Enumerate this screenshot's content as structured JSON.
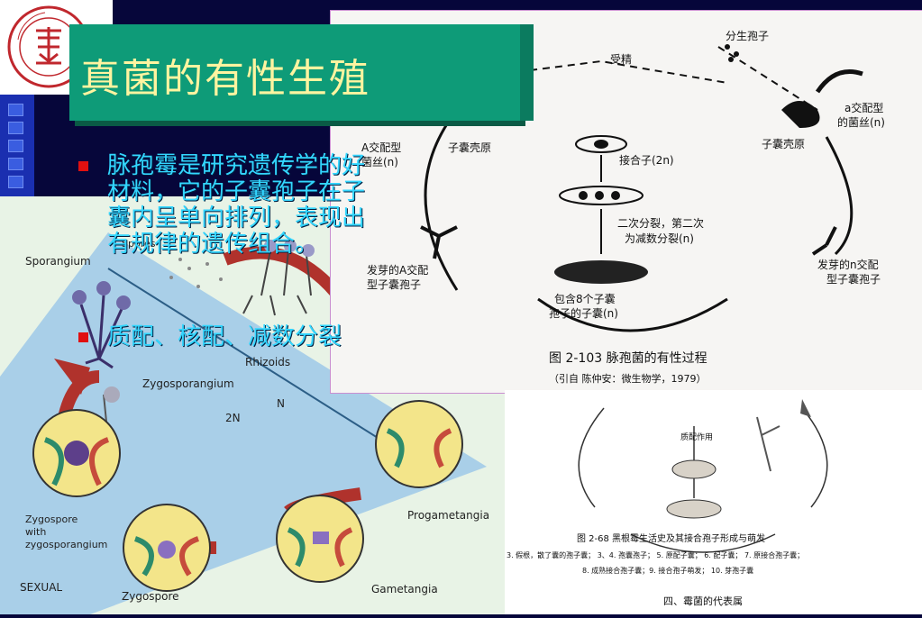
{
  "slide": {
    "title": "真菌的有性生殖",
    "bullets": [
      "脉孢霉是研究遗传学的好材料，它的子囊孢子在子囊内呈单向排列，表现出有规律的遗传组合。",
      "质配、核配、减数分裂"
    ]
  },
  "left_figure": {
    "labels": {
      "sporangium": "Sporangium",
      "spores": "Spores",
      "rhizoids": "Rhizoids",
      "zygosporangium": "Zygosporangium",
      "n": "N",
      "two_n": "2N",
      "zygospore_with": "Zygospore\nwith\nzygosporangium",
      "progametangia": "Progametangia",
      "zygospore": "Zygospore",
      "gametangia": "Gametangia",
      "sexual": "SEXUAL"
    }
  },
  "top_figure": {
    "labels": {
      "conidia": "分生孢子",
      "fertilization": "受精",
      "a_mating": "a交配型",
      "hypha_n": "的菌丝(n)",
      "ascogonium_right": "子囊壳原",
      "a_mating_left": "A交配型",
      "hypha_left": "菌丝(n)",
      "ascogonium_left": "子囊壳原",
      "zygote": "接合子(2n)",
      "second_division_1": "二次分裂，第二次",
      "second_division_2": "为减数分裂(n)",
      "germ_a_1": "发芽的A交配",
      "germ_a_2": "型子囊孢子",
      "germ_n_1": "发芽的n交配",
      "germ_n_2": "型子囊孢子",
      "ascus_1": "包含8个子囊",
      "ascus_2": "孢子的子囊(n)",
      "caption": "图 2-103   脉孢菌的有性过程",
      "source": "（引自   陈仲安：微生物学，1979）"
    }
  },
  "bottom_figure": {
    "labels": {
      "caption": "图 2-68  黑根霉生活史及其接合孢子形成与萌发",
      "legend_1": "3. 假根，散了囊的孢子囊；  3、4. 孢囊孢子；  5. 原配子囊；  6. 配子囊；  7. 原接合孢子囊；",
      "legend_2": "8. 成熟接合孢子囊；9. 接合孢子萌发；  10. 芽孢子囊",
      "section": "四、霉菌的代表属",
      "plasmogamy": "质配作用"
    }
  },
  "colors": {
    "background": "#06063a",
    "title_box": "#0e9b78",
    "title_text": "#fff4a0",
    "bullet_text": "#33d6ff",
    "bullet_mark": "#e01010"
  }
}
